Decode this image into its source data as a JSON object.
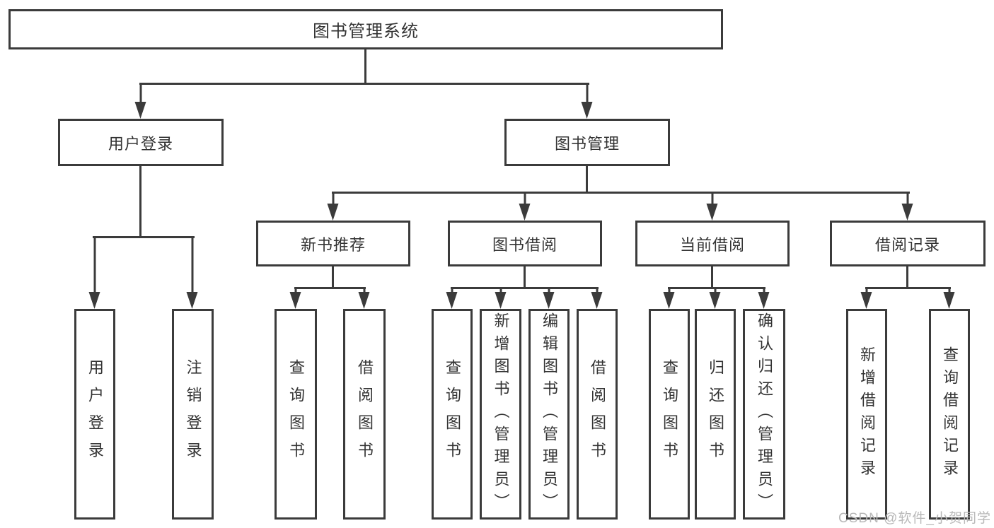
{
  "colors": {
    "line": "#3b3b3b",
    "text": "#333333",
    "watermark": "#b9b9b9",
    "background": "#ffffff"
  },
  "tree": {
    "label": "图书管理系统",
    "children": [
      {
        "label": "用户登录",
        "children": [
          {
            "label": "用户登录"
          },
          {
            "label": "注销登录"
          }
        ]
      },
      {
        "label": "图书管理",
        "children": [
          {
            "label": "新书推荐",
            "children": [
              {
                "label": "查询图书"
              },
              {
                "label": "借阅图书"
              }
            ]
          },
          {
            "label": "图书借阅",
            "children": [
              {
                "label": "查询图书"
              },
              {
                "label": "新增图书（管理员）"
              },
              {
                "label": "编辑图书（管理员）"
              },
              {
                "label": "借阅图书"
              }
            ]
          },
          {
            "label": "当前借阅",
            "children": [
              {
                "label": "查询图书"
              },
              {
                "label": "归还图书"
              },
              {
                "label": "确认归还（管理员）"
              }
            ]
          },
          {
            "label": "借阅记录",
            "children": [
              {
                "label": "新增借阅记录"
              },
              {
                "label": "查询借阅记录"
              }
            ]
          }
        ]
      }
    ]
  },
  "watermark": {
    "text": "CSDN @软件_小贺同学"
  }
}
